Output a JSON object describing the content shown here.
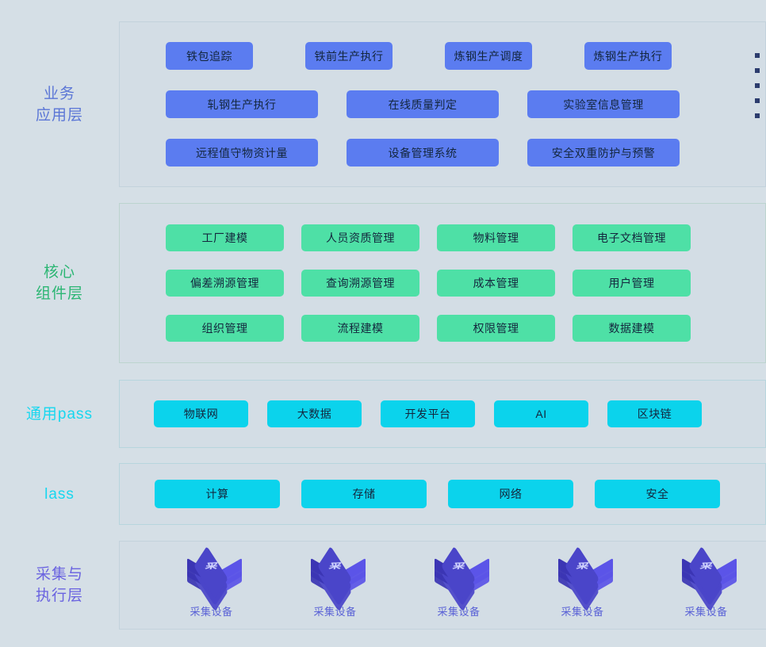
{
  "colors": {
    "background": "#d5dfe6",
    "panel_fill": "#d3dde5",
    "panel_border": "#c3d2dc",
    "business_chip": "#5b7cf0",
    "core_chip": "#4ee0a6",
    "platform_chip": "#0bd3ec",
    "device_box": "#4a45c9",
    "label_blue": "#5b76d6",
    "label_green": "#2bb673",
    "label_cyan": "#17d7ef",
    "label_violet": "#6a63e0",
    "chip_text": "#13263d"
  },
  "layers": {
    "business": {
      "label": "业务\n应用层",
      "rows": [
        [
          "铁包追踪",
          "铁前生产执行",
          "炼钢生产调度",
          "炼钢生产执行"
        ],
        [
          "轧钢生产执行",
          "在线质量判定",
          "实验室信息管理"
        ],
        [
          "远程值守物资计量",
          "设备管理系统",
          "安全双重防护与预警"
        ]
      ]
    },
    "core": {
      "label": "核心\n组件层",
      "rows": [
        [
          "工厂建模",
          "人员资质管理",
          "物料管理",
          "电子文档管理"
        ],
        [
          "偏差溯源管理",
          "查询溯源管理",
          "成本管理",
          "用户管理"
        ],
        [
          "组织管理",
          "流程建模",
          "权限管理",
          "数据建模"
        ]
      ]
    },
    "paas": {
      "label": "通用pass",
      "rows": [
        [
          "物联网",
          "大数据",
          "开发平台",
          "AI",
          "区块链"
        ]
      ]
    },
    "iaas": {
      "label": "lass",
      "rows": [
        [
          "计算",
          "存储",
          "网络",
          "安全"
        ]
      ]
    },
    "acquisition": {
      "label": "采集与\n执行层",
      "devices": [
        {
          "glyph": "采",
          "label": "采集设备"
        },
        {
          "glyph": "采",
          "label": "采集设备"
        },
        {
          "glyph": "采",
          "label": "采集设备"
        },
        {
          "glyph": "采",
          "label": "采集设备"
        },
        {
          "glyph": "采",
          "label": "采集设备"
        }
      ]
    }
  },
  "edge_list": {
    "items": [
      "",
      "",
      "",
      "",
      ""
    ]
  }
}
